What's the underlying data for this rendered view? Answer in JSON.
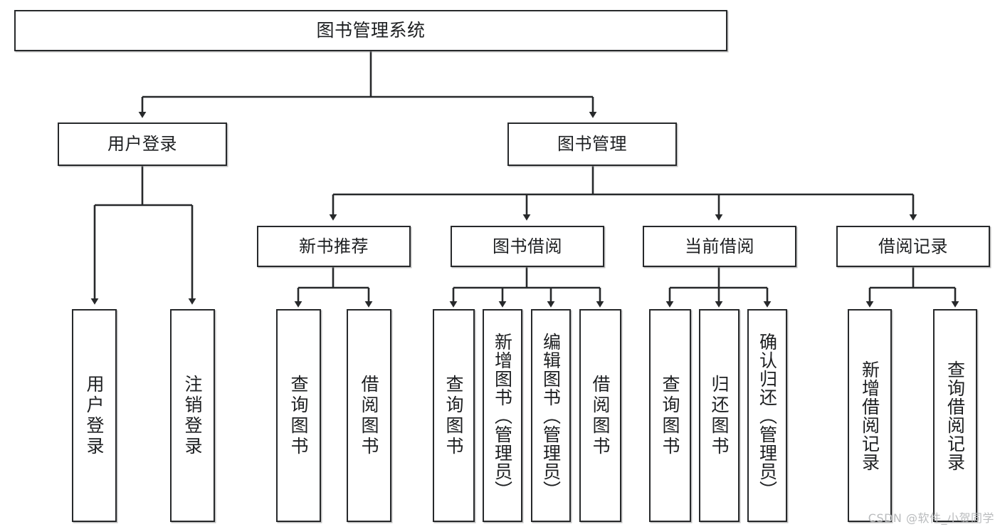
{
  "diagram": {
    "title": "图书管理系统",
    "type": "hierarchy-tree",
    "background_color": "#ffffff",
    "node_border_color": "#27292b",
    "node_fill_color": "#ffffff",
    "text_color": "#1d1f21",
    "levels": 4,
    "nodes": {
      "root": {
        "label": "图书管理系统"
      },
      "l1": [
        {
          "label": "用户登录"
        },
        {
          "label": "图书管理"
        }
      ],
      "l2": [
        {
          "label": "新书推荐"
        },
        {
          "label": "图书借阅"
        },
        {
          "label": "当前借阅"
        },
        {
          "label": "借阅记录"
        }
      ],
      "leaves": {
        "user_login": [
          {
            "label": "用户登录"
          },
          {
            "label": "注销登录"
          }
        ],
        "new_book_recommend": [
          {
            "label": "查询图书"
          },
          {
            "label": "借阅图书"
          }
        ],
        "book_borrow": [
          {
            "label": "查询图书"
          },
          {
            "label": "新增图书（管理员）"
          },
          {
            "label": "编辑图书（管理员）"
          },
          {
            "label": "借阅图书"
          }
        ],
        "current_borrow": [
          {
            "label": "查询图书"
          },
          {
            "label": "归还图书"
          },
          {
            "label": "确认归还（管理员）"
          }
        ],
        "borrow_record": [
          {
            "label": "新增借阅记录"
          },
          {
            "label": "查询借阅记录"
          }
        ]
      }
    },
    "edges": [
      {
        "from": "图书管理系统",
        "to": "用户登录"
      },
      {
        "from": "图书管理系统",
        "to": "图书管理"
      },
      {
        "from": "用户登录",
        "to": "用户登录"
      },
      {
        "from": "用户登录",
        "to": "注销登录"
      },
      {
        "from": "图书管理",
        "to": "新书推荐"
      },
      {
        "from": "图书管理",
        "to": "图书借阅"
      },
      {
        "from": "图书管理",
        "to": "当前借阅"
      },
      {
        "from": "图书管理",
        "to": "借阅记录"
      },
      {
        "from": "新书推荐",
        "to": "查询图书"
      },
      {
        "from": "新书推荐",
        "to": "借阅图书"
      },
      {
        "from": "图书借阅",
        "to": "查询图书"
      },
      {
        "from": "图书借阅",
        "to": "新增图书（管理员）"
      },
      {
        "from": "图书借阅",
        "to": "编辑图书（管理员）"
      },
      {
        "from": "图书借阅",
        "to": "借阅图书"
      },
      {
        "from": "当前借阅",
        "to": "查询图书"
      },
      {
        "from": "当前借阅",
        "to": "归还图书"
      },
      {
        "from": "当前借阅",
        "to": "确认归还（管理员）"
      },
      {
        "from": "借阅记录",
        "to": "新增借阅记录"
      },
      {
        "from": "借阅记录",
        "to": "查询借阅记录"
      }
    ]
  },
  "watermark": {
    "text": "CSDN @软件_小贺同学"
  }
}
